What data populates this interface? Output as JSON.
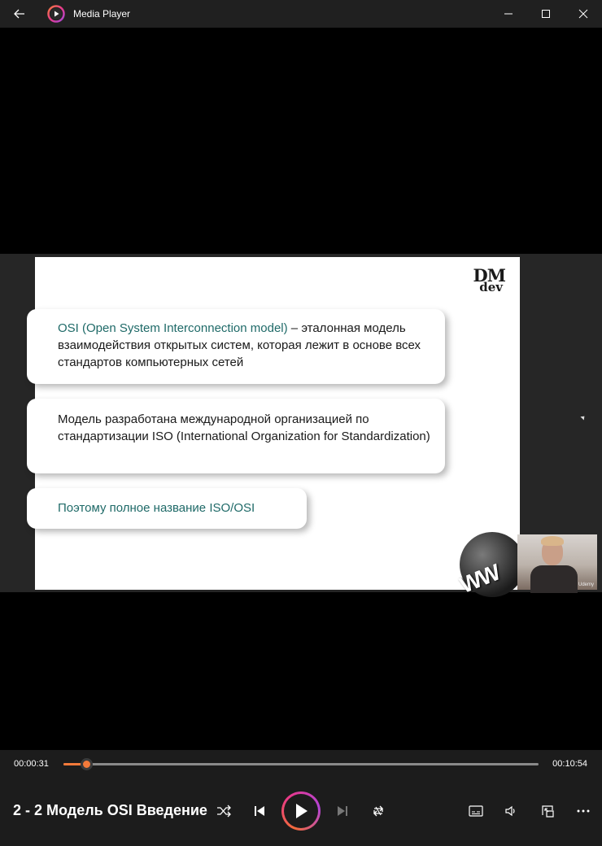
{
  "window": {
    "title": "Media Player",
    "icons": {
      "back": "back-arrow-icon",
      "app": "media-player-icon",
      "minimize": "minimize-icon",
      "maximize": "maximize-icon",
      "close": "close-icon"
    }
  },
  "slide": {
    "logo_line1": "DM",
    "logo_line2": "dev",
    "box1_highlight": "OSI (Open System Interconnection model)",
    "box1_rest": " – эталонная модель взаимодействия открытых систем, которая лежит в основе всех стандартов компьютерных сетей",
    "box2_text": "Модель разработана международной организацией по стандартизации ISO (International Organization for Standardization)",
    "box3_text": "Поэтому полное название ISO/OSI",
    "globe_text": "WW",
    "webcam_label": "Udemy"
  },
  "playback": {
    "current_time": "00:00:31",
    "total_time": "00:10:54",
    "progress_fraction": 0.0474,
    "accent_color": "#f47a3a"
  },
  "media": {
    "title": "2 - 2 Модель OSI Введение"
  },
  "controls": {
    "shuffle": "shuffle-icon",
    "previous": "previous-icon",
    "play": "play-icon",
    "next": "next-icon",
    "repeat": "repeat-icon",
    "subtitles": "subtitles-icon",
    "volume": "volume-icon",
    "mini_view": "mini-view-icon",
    "more": "more-icon"
  }
}
